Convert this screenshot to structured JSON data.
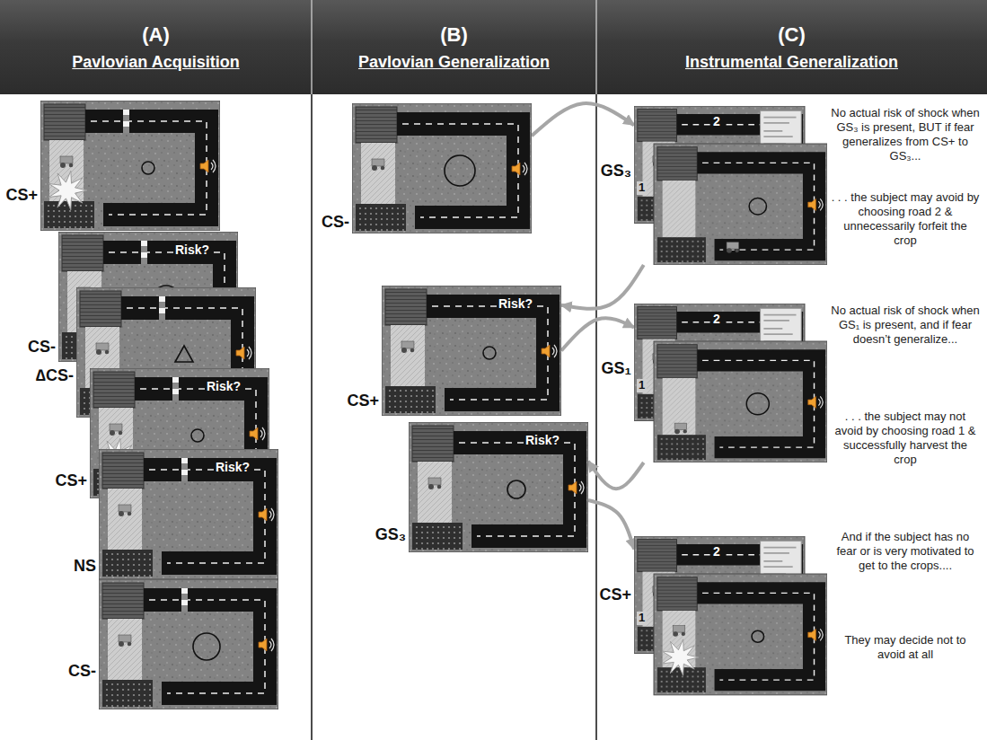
{
  "diagram": {
    "nodes": [
      {
        "text": [
          "(A)",
          "Pavlovian Acquisition"
        ]
      },
      {
        "text": [
          "(B)",
          "Pavlovian Generalization"
        ]
      },
      {
        "text": [
          "(C)",
          "Instrumental Generalization"
        ]
      },
      {
        "text": [
          "CS+"
        ]
      },
      {
        "text": [
          "CS-",
          "Risk?"
        ]
      },
      {
        "text": [
          "∆CS-"
        ]
      },
      {
        "text": [
          "CS+",
          "Risk?"
        ]
      },
      {
        "text": [
          "NS",
          "Risk?"
        ]
      },
      {
        "text": [
          "CS-"
        ]
      },
      {
        "text": [
          "CS-"
        ]
      },
      {
        "text": [
          "CS+",
          "Risk?"
        ]
      },
      {
        "text": [
          "GS₃",
          "Risk?"
        ]
      },
      {
        "text": [
          "GS₃",
          "2",
          "1"
        ]
      },
      {
        "text": [
          "GS₁",
          "2",
          "1"
        ]
      },
      {
        "text": [
          "CS+",
          "2",
          "1"
        ]
      }
    ],
    "edges": [
      {
        "from": 9,
        "to": 12,
        "arrow": "to"
      },
      {
        "from": 12,
        "to": 10,
        "arrow": "to"
      },
      {
        "from": 10,
        "to": 13,
        "arrow": "to"
      },
      {
        "from": 13,
        "to": 11,
        "arrow": "to"
      },
      {
        "from": 11,
        "to": 14,
        "arrow": "to"
      }
    ],
    "labels": [
      "No actual risk of shock when GS₃ is present, BUT if fear generalizes from CS+ to GS₃...",
      ". . . the subject may avoid by choosing road 2 & unnecessarily forfeit the crop",
      "No actual risk of shock when GS₁ is present, and if fear doesn’t generalize...",
      ". . . the subject may not avoid by choosing road 1 & successfully harvest the crop",
      "And if the subject has no fear or is very motivated to get to the crops....",
      "They may decide not to avoid at all"
    ]
  }
}
